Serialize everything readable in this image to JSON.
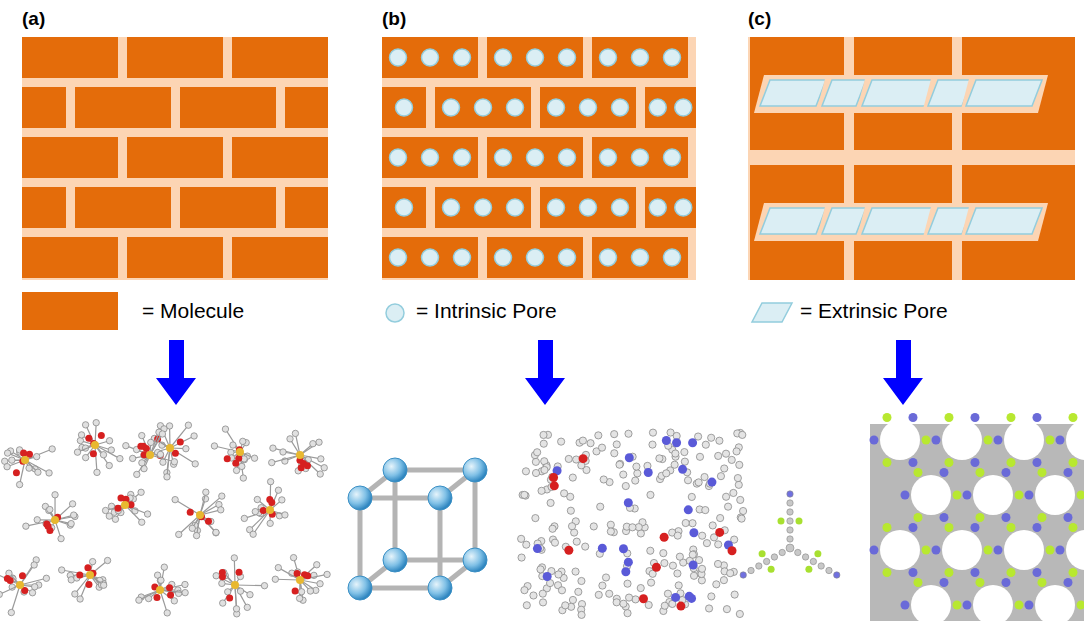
{
  "diagram": {
    "labels": [
      "(a)",
      "(b)",
      "(c)"
    ],
    "legend": [
      {
        "text": "= Molecule",
        "color": "#e46c0a"
      },
      {
        "text": "= Intrinsic Pore"
      },
      {
        "text": "= Extrinsic Pore"
      }
    ]
  }
}
